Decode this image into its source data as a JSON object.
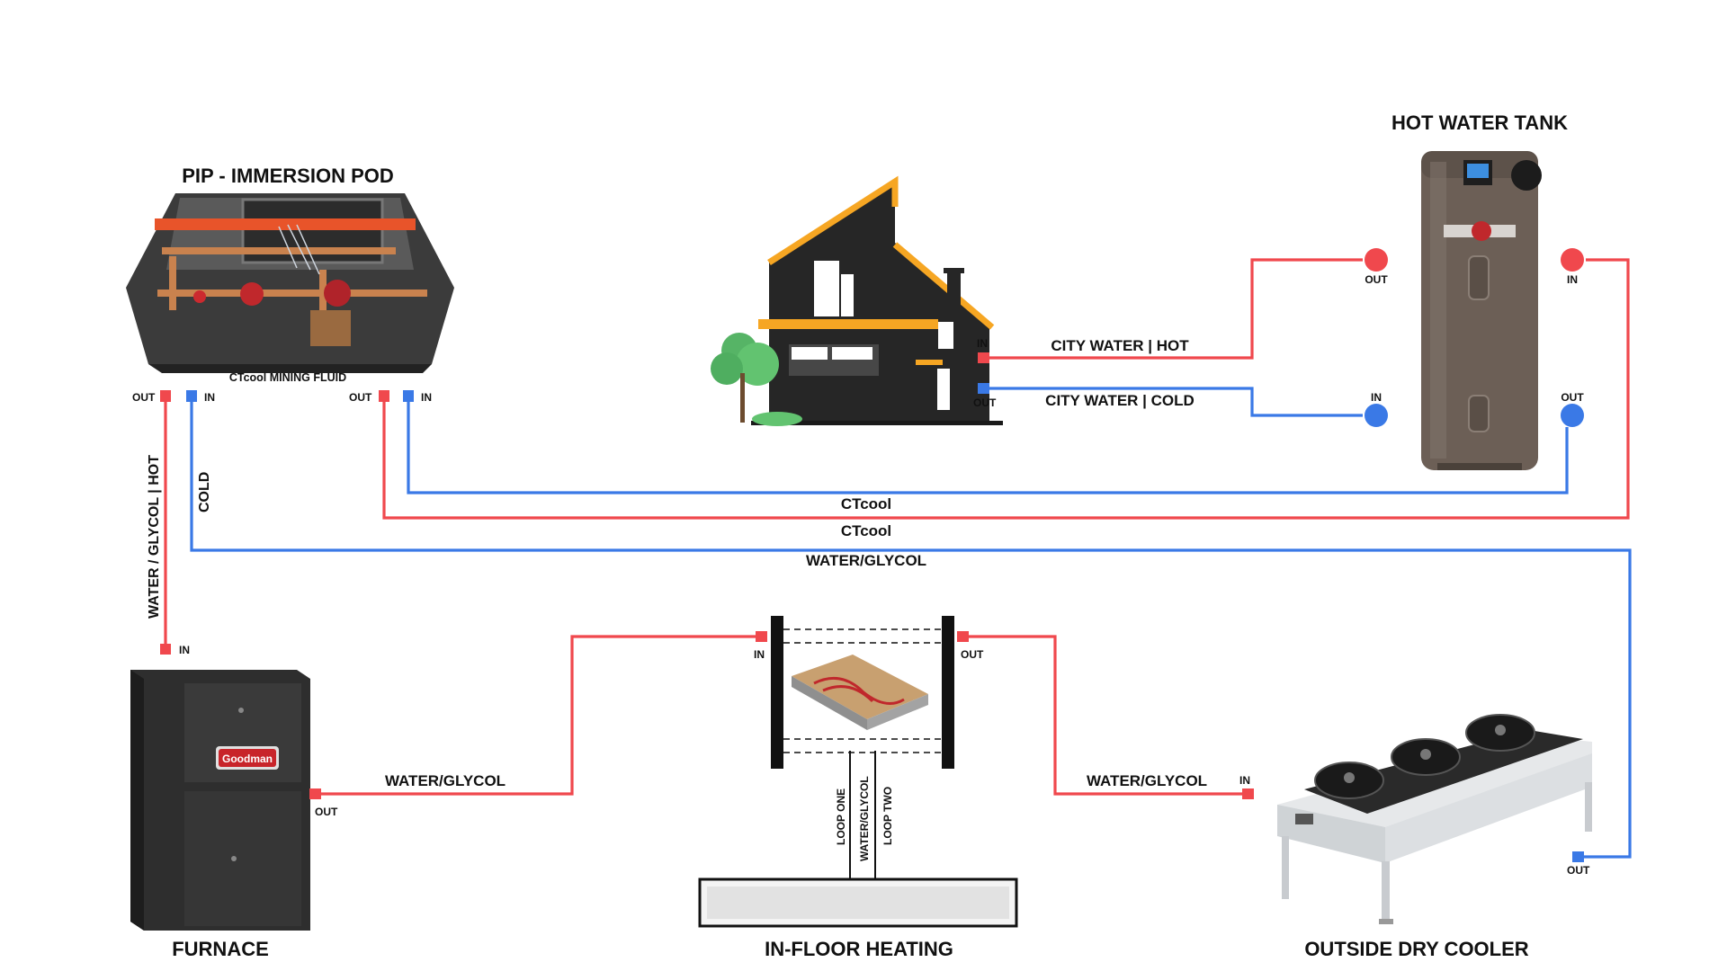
{
  "components": {
    "pip": {
      "title": "PIP - IMMERSION POD",
      "caption": "CTcool MINING FLUID"
    },
    "tank": {
      "title": "HOT WATER TANK"
    },
    "furnace": {
      "title": "FURNACE",
      "brand": "Goodman"
    },
    "floor": {
      "title": "IN-FLOOR HEATING"
    },
    "cooler": {
      "title": "OUTSIDE DRY COOLER"
    }
  },
  "ports": {
    "pip_out_left": "OUT",
    "pip_in_left": "IN",
    "pip_out_right": "OUT",
    "pip_in_right": "IN",
    "house_in": "IN",
    "house_out": "OUT",
    "tank_out_hot": "OUT",
    "tank_in_hot": "IN",
    "tank_in_cold": "IN",
    "tank_out_cold": "OUT",
    "furnace_in": "IN",
    "furnace_out": "OUT",
    "floor_in": "IN",
    "floor_out": "OUT",
    "cooler_in": "IN",
    "cooler_out": "OUT"
  },
  "pipes": {
    "city_hot": "CITY WATER | HOT",
    "city_cold": "CITY WATER | COLD",
    "ctcool_1": "CTcool",
    "ctcool_2": "CTcool",
    "water_glycol_main": "WATER/GLYCOL",
    "water_glycol_hot_vertical": "WATER / GLYCOL | HOT",
    "cold_vertical": "COLD",
    "furnace_to_floor": "WATER/GLYCOL",
    "floor_to_cooler": "WATER/GLYCOL"
  },
  "loops": {
    "loop_one": "LOOP ONE",
    "loop_mid": "WATER/GLYCOL",
    "loop_two": "LOOP TWO"
  },
  "colors": {
    "hot": "#f0484d",
    "cold": "#3a79e6",
    "accent": "#f6a623",
    "dark": "#262626"
  },
  "icons": {
    "pip": "immersion-pod-icon",
    "house": "house-icon",
    "tank": "water-heater-icon",
    "furnace": "furnace-icon",
    "floor": "floor-heating-icon",
    "cooler": "dry-cooler-icon"
  }
}
